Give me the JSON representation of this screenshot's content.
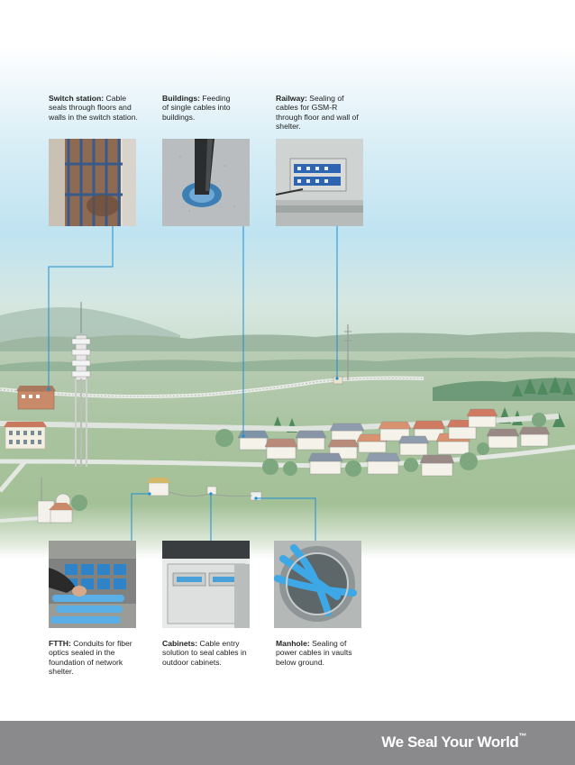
{
  "captions": {
    "switch_station": {
      "title": "Switch station:",
      "text": "Cable seals through floors and walls in the switch station."
    },
    "buildings": {
      "title": "Buildings:",
      "text": "Feeding of single cables into buildings."
    },
    "railway": {
      "title": "Railway:",
      "text": "Sealing of cables for GSM-R through floor and wall of shelter."
    },
    "ftth": {
      "title": "FTTH:",
      "text": "Conduits for fiber optics sealed in the foundation of network shelter."
    },
    "cabinets": {
      "title": "Cabinets:",
      "text": "Cable entry solution to seal cables in outdoor cabinets."
    },
    "manhole": {
      "title": "Manhole:",
      "text": "Sealing of power cables in vaults below ground."
    }
  },
  "footer": {
    "slogan": "We Seal Your World",
    "trademark": "™"
  },
  "colors": {
    "leader_line": "#1e8fd0",
    "footer_bg": "#8a8a8c",
    "sky_top": "#ffffff",
    "sky_mid": "#bfe3f1",
    "ground": "#a7c29b"
  }
}
